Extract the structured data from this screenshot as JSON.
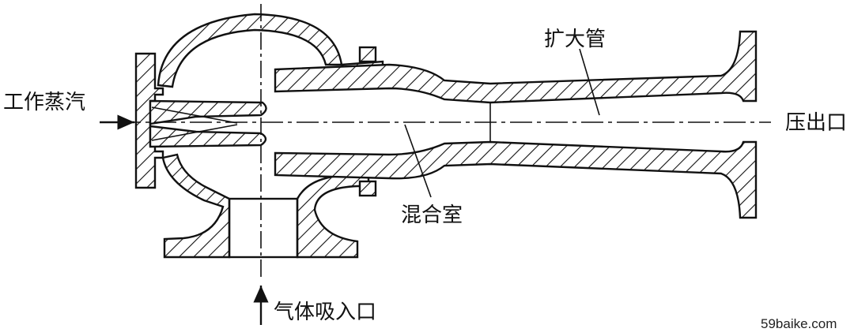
{
  "labels": {
    "steam_inlet": "工作蒸汽",
    "diffuser": "扩大管",
    "outlet": "压出口",
    "mixing_chamber": "混合室",
    "gas_inlet": "气体吸入口"
  },
  "watermark": "59baike.com",
  "colors": {
    "line": "#111111",
    "background": "#ffffff"
  }
}
